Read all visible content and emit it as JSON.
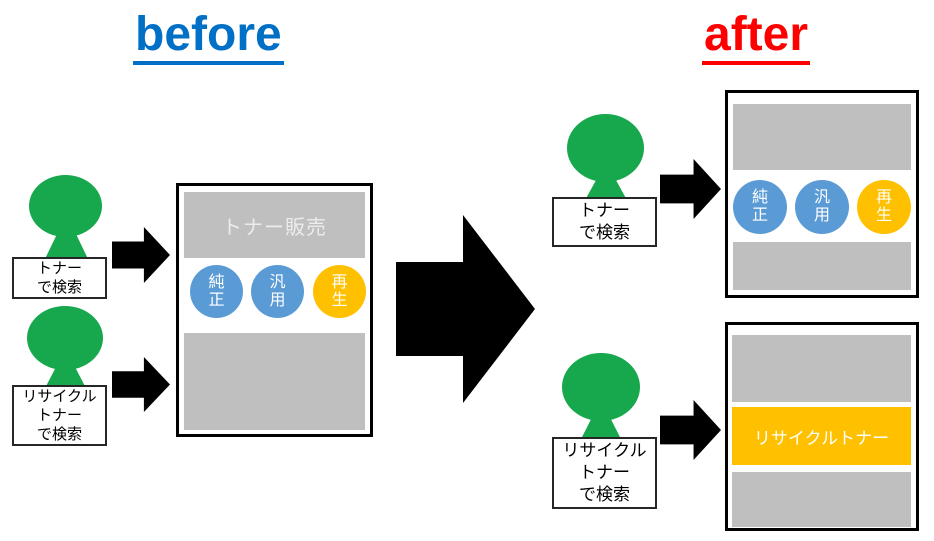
{
  "titles": {
    "before": "before",
    "after": "after"
  },
  "colors": {
    "title_before": "#0070C6",
    "title_after": "#FF0000",
    "person_green": "#17A74C",
    "panel_gray": "#BFBFBF",
    "circle_blue": "#5B9BD5",
    "circle_orange": "#FFC000",
    "arrow_black": "#000000"
  },
  "icons": {
    "person": "person-icon (green head circle + trapezoid body)",
    "arrow": "block-arrow-right-icon (solid black)"
  },
  "before_panel": {
    "searchers": [
      {
        "lines": [
          "トナー",
          "で検索"
        ]
      },
      {
        "lines": [
          "リサイクル",
          "トナー",
          "で検索"
        ]
      }
    ],
    "site": {
      "header": "トナー販売",
      "circles": [
        {
          "label": "純正",
          "color": "#5B9BD5"
        },
        {
          "label": "汎用",
          "color": "#5B9BD5"
        },
        {
          "label": "再生",
          "color": "#FFC000"
        }
      ]
    }
  },
  "after_panel": {
    "top": {
      "searcher_lines": [
        "トナー",
        "で検索"
      ],
      "circles": [
        {
          "label": "純正",
          "color": "#5B9BD5"
        },
        {
          "label": "汎用",
          "color": "#5B9BD5"
        },
        {
          "label": "再生",
          "color": "#FFC000"
        }
      ]
    },
    "bottom": {
      "searcher_lines": [
        "リサイクル",
        "トナー",
        "で検索"
      ],
      "banner": "リサイクルトナー"
    }
  }
}
